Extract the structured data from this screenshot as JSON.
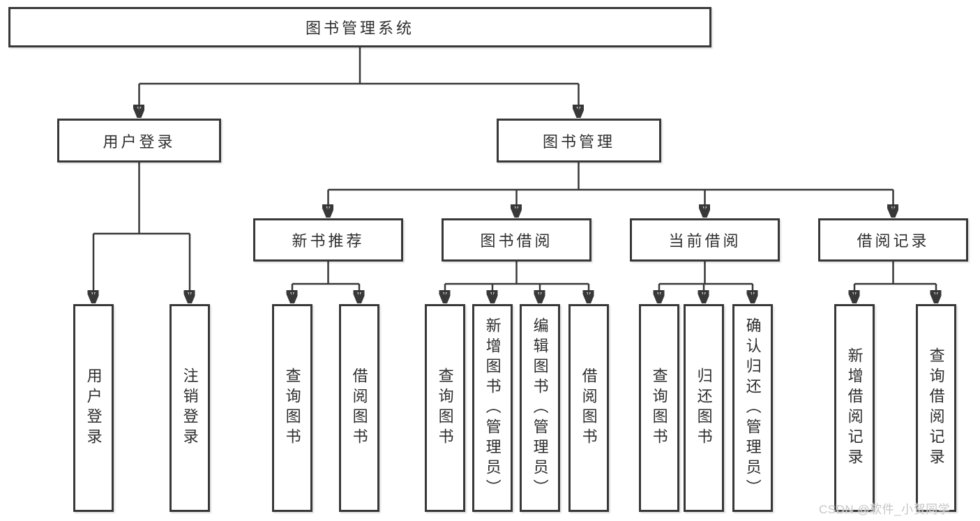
{
  "diagram": {
    "root": "图书管理系统",
    "branches": [
      {
        "label": "用户登录",
        "children": [
          "用户登录",
          "注销登录"
        ]
      },
      {
        "label": "图书管理",
        "children": [
          {
            "label": "新书推荐",
            "children": [
              "查询图书",
              "借阅图书"
            ]
          },
          {
            "label": "图书借阅",
            "children": [
              "查询图书",
              "新增图书（管理员）",
              "编辑图书（管理员）",
              "借阅图书"
            ]
          },
          {
            "label": "当前借阅",
            "children": [
              "查询图书",
              "归还图书",
              "确认归还（管理员）"
            ]
          },
          {
            "label": "借阅记录",
            "children": [
              "新增借阅记录",
              "查询借阅记录"
            ]
          }
        ]
      }
    ]
  },
  "watermark": "CSDN @软件_小贺同学",
  "colors": {
    "line": "#383838",
    "text": "#2e2e2e",
    "background": "#ffffff",
    "watermark": "#c6c6c6"
  }
}
